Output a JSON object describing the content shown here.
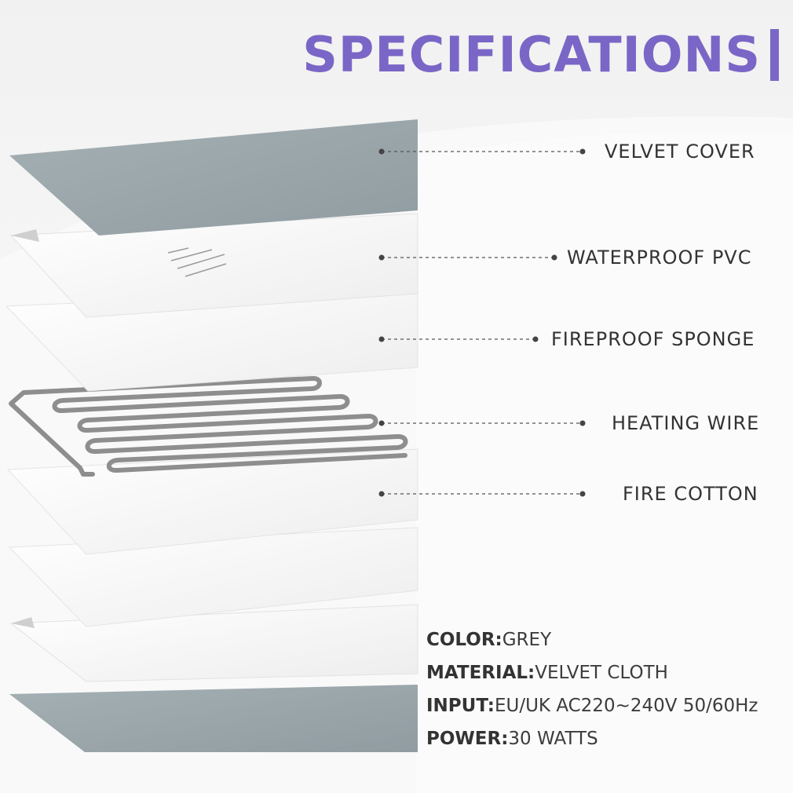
{
  "title": "SPECIFICATIONS",
  "colors": {
    "accent": "#7a66c6",
    "velvet": "#98a4a8",
    "white_layer": "#f4f4f4",
    "wire": "#8c8c8c",
    "label_text": "#333333"
  },
  "layers": [
    {
      "label": "VELVET COVER"
    },
    {
      "label": "WATERPROOF PVC"
    },
    {
      "label": "FIREPROOF SPONGE"
    },
    {
      "label": "HEATING WIRE"
    },
    {
      "label": "FIRE COTTON"
    }
  ],
  "specs": [
    {
      "key": "COLOR:",
      "value": "GREY"
    },
    {
      "key": "MATERIAL:",
      "value": "VELVET CLOTH"
    },
    {
      "key": "INPUT:",
      "value": "EU/UK AC220~240V 50/60Hz"
    },
    {
      "key": "POWER:",
      "value": "30 WATTS"
    }
  ]
}
